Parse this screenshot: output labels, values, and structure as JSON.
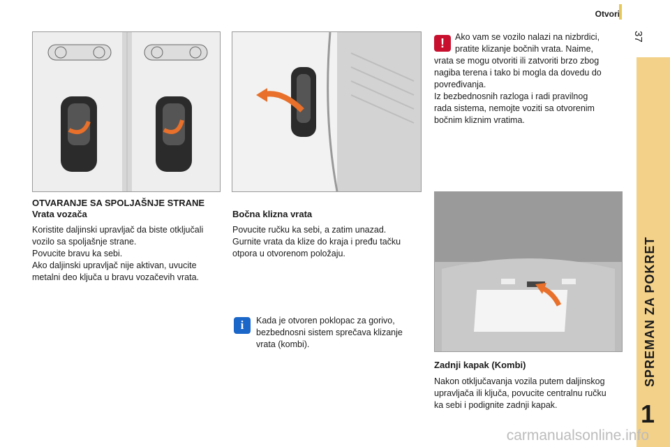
{
  "header": {
    "section_title": "Otvori",
    "page_number": "37"
  },
  "sidebar": {
    "chapter_title": "SPREMAN ZA POKRET",
    "chapter_number": "1"
  },
  "left": {
    "heading": "OTVARANJE SA SPOLJAŠNJE STRANE",
    "subheading": "Vrata vozača",
    "lines": [
      "Koristite daljinski upravljač da biste otključali",
      "vozilo sa spoljašnje strane.",
      "Povucite bravu ka sebi.",
      "Ako daljinski upravljač nije aktivan, uvucite",
      "metalni deo ključa u bravu vozačevih vrata."
    ]
  },
  "middle": {
    "heading": "Bočna klizna vrata",
    "lines": [
      "Povucite ručku ka sebi, a zatim unazad.",
      "Gurnite vrata da klize do kraja i pređu tačku",
      "otpora u otvorenom položaju."
    ],
    "info_lines": [
      "Kada je otvoren poklopac za gorivo,",
      "bezbednosni sistem sprečava klizanje",
      "vrata (kombi)."
    ]
  },
  "right": {
    "warning_lines": [
      "Ako vam se vozilo nalazi na nizbrdici,",
      "pratite klizanje bočnih vrata. Naime,",
      "vrata se mogu otvoriti ili zatvoriti brzo zbog",
      "nagiba terena i tako bi mogla da dovedu do",
      "povređivanja.",
      "Iz bezbednosnih razloga i radi pravilnog",
      "rada sistema, nemojte voziti sa otvorenim",
      "bočnim kliznim vratima."
    ],
    "heading": "Zadnji kapak (Kombi)",
    "lines": [
      "Nakon otključavanja vozila putem daljinskog",
      "upravljača ili ključa, povucite centralnu ručku",
      "ka sebi i podignite zadnji kapak."
    ]
  },
  "icons": {
    "warning": "!",
    "info": "i"
  },
  "colors": {
    "sidebar": "#f3d189",
    "warning": "#c8102e",
    "info": "#1a66c9",
    "arrow": "#e8702a"
  },
  "watermark": "carmanualsonline.info"
}
